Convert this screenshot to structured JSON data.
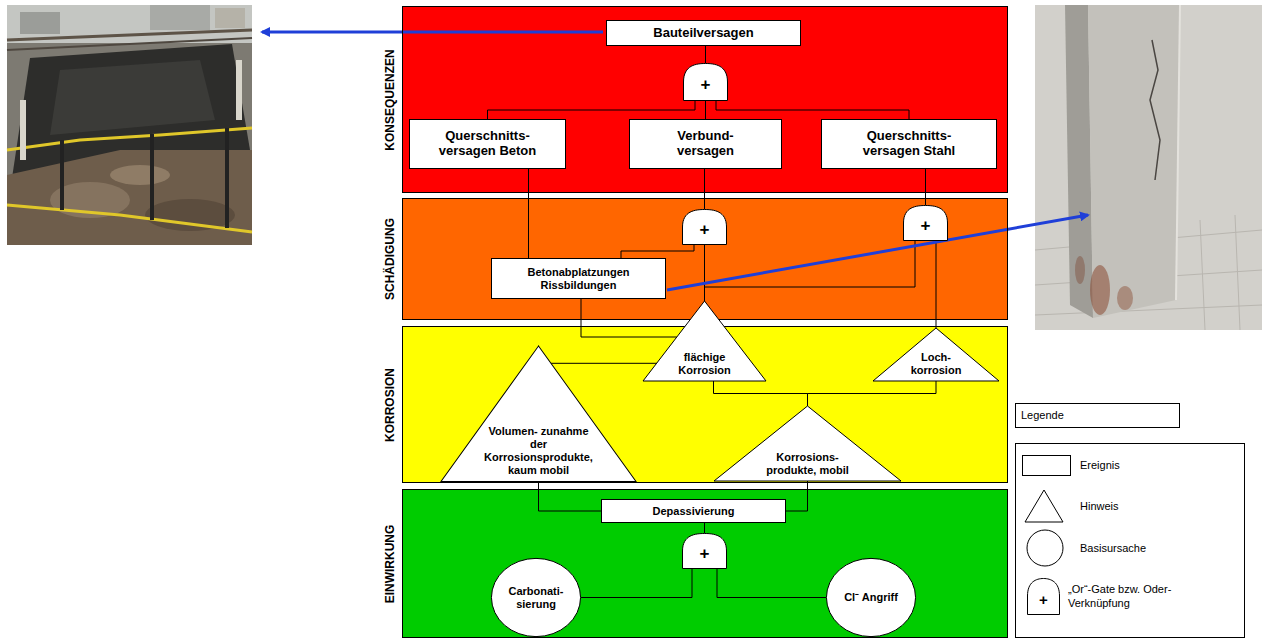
{
  "diagram": {
    "nodes": [
      {
        "text": [
          "KONSEQUENZEN"
        ]
      },
      {
        "text": [
          "Bauteilversagen"
        ],
        "in": 0
      },
      {
        "text": [
          "+"
        ],
        "in": 0
      },
      {
        "text": [
          "Querschnitts- versagen Beton"
        ],
        "in": 0
      },
      {
        "text": [
          "Verbund- versagen"
        ],
        "in": 0
      },
      {
        "text": [
          "Querschnitts- versagen Stahl"
        ],
        "in": 0
      },
      {
        "text": [
          "SCHÄDIGUNG"
        ]
      },
      {
        "text": [
          "+"
        ],
        "in": 6
      },
      {
        "text": [
          "+"
        ],
        "in": 6
      },
      {
        "text": [
          "Betonabplatzungen Rissbildungen"
        ],
        "in": 6
      },
      {
        "text": [
          "KORROSION"
        ]
      },
      {
        "text": [
          "flächige Korrosion"
        ],
        "in": 10
      },
      {
        "text": [
          "Loch- korrosion"
        ],
        "in": 10
      },
      {
        "text": [
          "Volumen- zunahme der Korrosionsprodukte, kaum mobil"
        ],
        "in": 10
      },
      {
        "text": [
          "Korrosions- produkte, mobil"
        ],
        "in": 10
      },
      {
        "text": [
          "EINWIRKUNG"
        ]
      },
      {
        "text": [
          "Depassivierung"
        ],
        "in": 15
      },
      {
        "text": [
          "+"
        ],
        "in": 15
      },
      {
        "text": [
          "Carbonati- sierung"
        ],
        "in": 15
      },
      {
        "text": [
          "Cl⁻ Angriff"
        ],
        "in": 15
      },
      {
        "text": [
          "Legende"
        ]
      }
    ],
    "edges": [
      {
        "from": 2,
        "to": 1,
        "arrow": "none"
      },
      {
        "from": 3,
        "to": 2,
        "arrow": "none"
      },
      {
        "from": 4,
        "to": 2,
        "arrow": "none"
      },
      {
        "from": 5,
        "to": 2,
        "arrow": "none"
      },
      {
        "from": 9,
        "to": 3,
        "arrow": "none"
      },
      {
        "from": 9,
        "to": 7,
        "arrow": "none"
      },
      {
        "from": 7,
        "to": 4,
        "arrow": "none"
      },
      {
        "from": 8,
        "to": 5,
        "arrow": "none"
      },
      {
        "from": 11,
        "to": 7,
        "arrow": "none"
      },
      {
        "from": 11,
        "to": 9,
        "arrow": "none"
      },
      {
        "from": 11,
        "to": 8,
        "arrow": "none"
      },
      {
        "from": 12,
        "to": 8,
        "arrow": "none"
      },
      {
        "from": 13,
        "to": 11,
        "arrow": "none"
      },
      {
        "from": 14,
        "to": 11,
        "arrow": "none"
      },
      {
        "from": 14,
        "to": 12,
        "arrow": "none"
      },
      {
        "from": 16,
        "to": 13,
        "arrow": "none"
      },
      {
        "from": 16,
        "to": 14,
        "arrow": "none"
      },
      {
        "from": 17,
        "to": 16,
        "arrow": "none"
      },
      {
        "from": 18,
        "to": 17,
        "arrow": "none"
      },
      {
        "from": 19,
        "to": 17,
        "arrow": "none"
      }
    ],
    "labels": [
      "+"
    ],
    "legend": [
      {
        "text": "Ereignis"
      },
      {
        "text": "Hinweis"
      },
      {
        "text": "Basisursache"
      },
      {
        "text": "„Or“-Gate bzw. Oder-Verknüpfung"
      }
    ]
  }
}
